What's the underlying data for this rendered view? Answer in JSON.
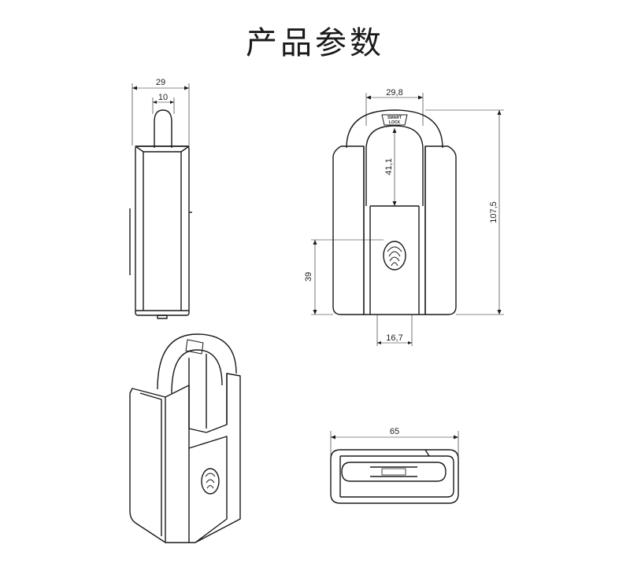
{
  "page_title": "产品参数",
  "side_view": {
    "width": "29",
    "shackle_width": "10"
  },
  "front_view": {
    "shackle_width": "29,8",
    "shackle_height": "41,1",
    "total_height": "107,5",
    "sensor_height": "39",
    "body_lower_width": "16,7",
    "brand_line1": "SMART",
    "brand_line2": "LOCK"
  },
  "bottom_view": {
    "length": "65"
  },
  "colors": {
    "line": "#1a1a1a",
    "fill": "#ffffff"
  }
}
